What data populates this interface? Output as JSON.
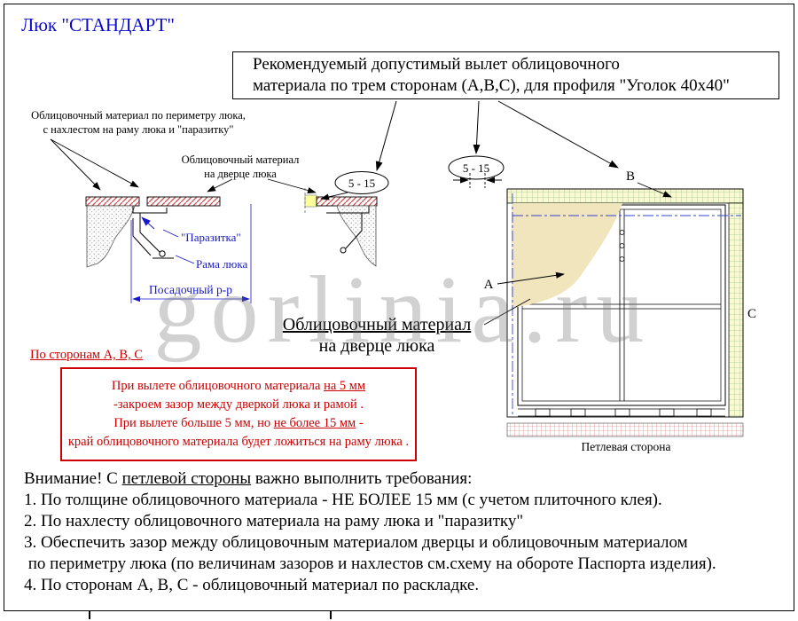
{
  "title": "Люк \"СТАНДАРТ\"",
  "watermark": "gorlinia.ru",
  "colors": {
    "blue": "#1818c8",
    "red": "#cc0000",
    "cream": "#f0e5bd",
    "yellow_highlight": "#ffff99"
  },
  "header_box": {
    "line1": "Рекомендуемый допустимый вылет облицовочного",
    "line2": "материала по трем сторонам (А,В,С), для профиля \"Уголок 40x40\""
  },
  "labels": {
    "perimeter_1": "Облицовочный материал по периметру люка,",
    "perimeter_2": "с нахлестом на раму люка и \"паразитку\"",
    "door_small_1": "Облицовочный материал",
    "door_small_2": "на дверце люка",
    "parasitka": "\"Паразитка\"",
    "frame": "Рама люка",
    "seat": "Посадочный р-р",
    "dim_left": "5 - 15",
    "dim_right": "5 - 15",
    "side_a": "А",
    "side_b": "В",
    "side_c": "С",
    "door_big_1": "Облицовочный материал",
    "door_big_2": "на дверце люка",
    "hinge_side": "Петлевая сторона"
  },
  "red_note": {
    "title": "По сторонам А, В, С",
    "l1_pre": "При вылете облицовочного материала ",
    "l1_u": "на 5 мм",
    "l2": "-закроем зазор между дверкой люка и рамой .",
    "l3_pre": "При вылете больше 5 мм, но ",
    "l3_u": "не более 15 мм",
    "l3_post": " -",
    "l4": "край облицовочного материала будет ложиться на раму люка ."
  },
  "requirements": {
    "intro_pre": "Внимание! С ",
    "intro_u": "петлевой стороны",
    "intro_post": " важно выполнить требования:",
    "lines": [
      "1. По толщине облицовочного материала - НЕ БОЛЕЕ 15 мм (с учетом плиточного клея).",
      "2. По нахлесту облицовочного материала на раму люка и \"паразитку\"",
      "3. Обеспечить зазор между облицовочным материалом дверцы и облицовочным материалом",
      " по периметру люка (по величинам зазоров и нахлестов см.схему на обороте Паспорта изделия).",
      "4. По сторонам А, В, С - облицовочный материал по раскладке."
    ]
  }
}
